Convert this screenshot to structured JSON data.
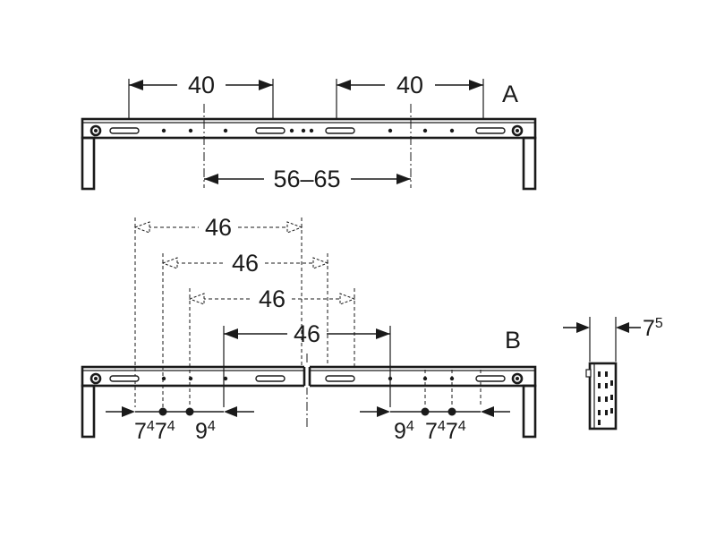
{
  "section_labels": {
    "a": "A",
    "b": "B"
  },
  "dimensions_a": {
    "left_span": "40",
    "right_span": "40",
    "center_range": "56–65"
  },
  "dimensions_b": {
    "spans": [
      "46",
      "46",
      "46",
      "46"
    ],
    "left_offsets": [
      {
        "main": "7",
        "sup": "4"
      },
      {
        "main": "7",
        "sup": "4"
      },
      {
        "main": "9",
        "sup": "4"
      }
    ],
    "right_offsets": [
      {
        "main": "9",
        "sup": "4"
      },
      {
        "main": "7",
        "sup": "4"
      },
      {
        "main": "7",
        "sup": "4"
      }
    ]
  },
  "side_view": {
    "thickness": {
      "main": "7",
      "sup": "5"
    }
  }
}
